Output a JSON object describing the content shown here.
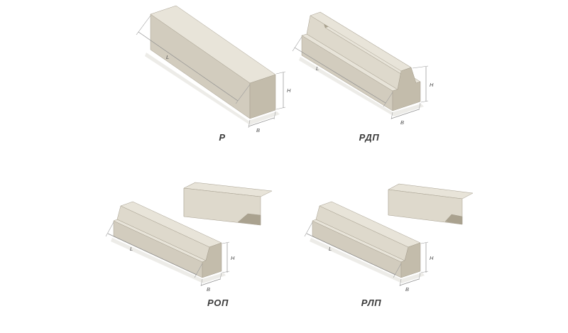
{
  "figures": [
    {
      "caption": "Р",
      "dim_length": "L",
      "dim_height": "H",
      "dim_width": "B"
    },
    {
      "caption": "РДП",
      "dim_length": "L",
      "dim_height": "H",
      "dim_width": "B"
    },
    {
      "caption": "РОП",
      "dim_length": "L",
      "dim_height": "H",
      "dim_width": "B"
    },
    {
      "caption": "РЛП",
      "dim_length": "L",
      "dim_height": "H",
      "dim_width": "B"
    }
  ],
  "colors": {
    "background": "#ffffff",
    "face_top": "#e8e4d9",
    "face_slope": "#ded9cc",
    "face_side": "#d2ccbe",
    "face_end": "#c3bcab",
    "face_groove": "#aaa28f",
    "ground_shadow": "#edece8",
    "dimension_line": "#8f8f8f",
    "dimension_text": "#4a4a4a",
    "caption_text": "#3a3a3a"
  }
}
